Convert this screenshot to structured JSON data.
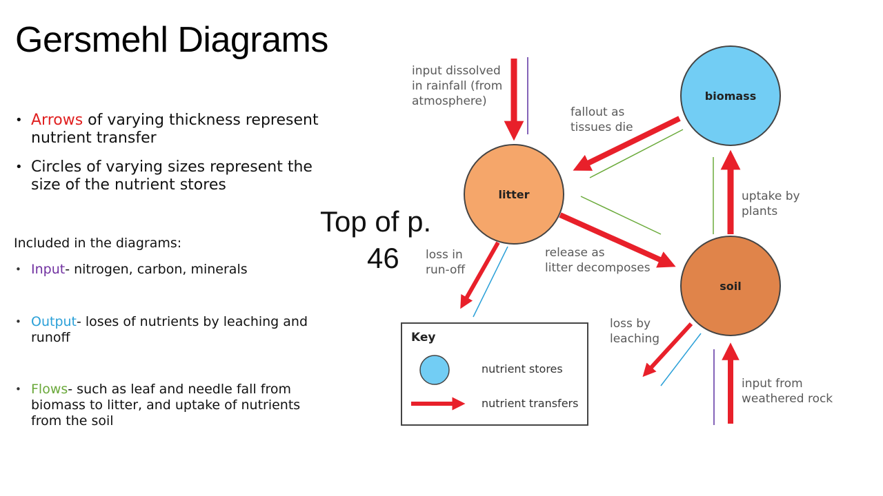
{
  "title": "Gersmehl Diagrams",
  "bullets": {
    "b1_key": "Arrows",
    "b1_rest": " of varying thickness represent nutrient transfer",
    "b2": "Circles of varying sizes represent the size of the nutrient stores",
    "included": "Included in the diagrams:",
    "input_key": "Input",
    "input_rest": "- nitrogen, carbon, minerals",
    "output_key": "Output",
    "output_rest": "- loses of nutrients by leaching and runoff",
    "flows_key": "Flows",
    "flows_rest": "- such as leaf and needle fall from biomass to litter, and uptake of nutrients from the soil"
  },
  "note": {
    "line1": "Top of p.",
    "line2": "46"
  },
  "diagram": {
    "stores": {
      "biomass": "biomass",
      "litter": "litter",
      "soil": "soil"
    },
    "labels": {
      "input_rain_1": "input dissolved",
      "input_rain_2": "in rainfall (from",
      "input_rain_3": "atmosphere)",
      "fallout_1": "fallout as",
      "fallout_2": "tissues die",
      "uptake_1": "uptake by",
      "uptake_2": "plants",
      "release_1": "release as",
      "release_2": "litter decomposes",
      "runoff_1": "loss in",
      "runoff_2": "run-off",
      "leaching_1": "loss by",
      "leaching_2": "leaching",
      "rock_1": "input from",
      "rock_2": "weathered rock"
    },
    "key": {
      "title": "Key",
      "stores": "nutrient stores",
      "transfers": "nutrient transfers"
    }
  },
  "colors": {
    "arrows_key": "#e02020",
    "input_key": "#7030a0",
    "output_key": "#2aa0d8",
    "flows_key": "#6aa83a",
    "arrow": "#e8202a",
    "biomass": "#72cdf4",
    "litter": "#f5a66a",
    "soil": "#e0844a",
    "annotation_purple": "#5b2fa0",
    "annotation_green": "#6aaa3a",
    "annotation_blue": "#2aa0d8"
  }
}
